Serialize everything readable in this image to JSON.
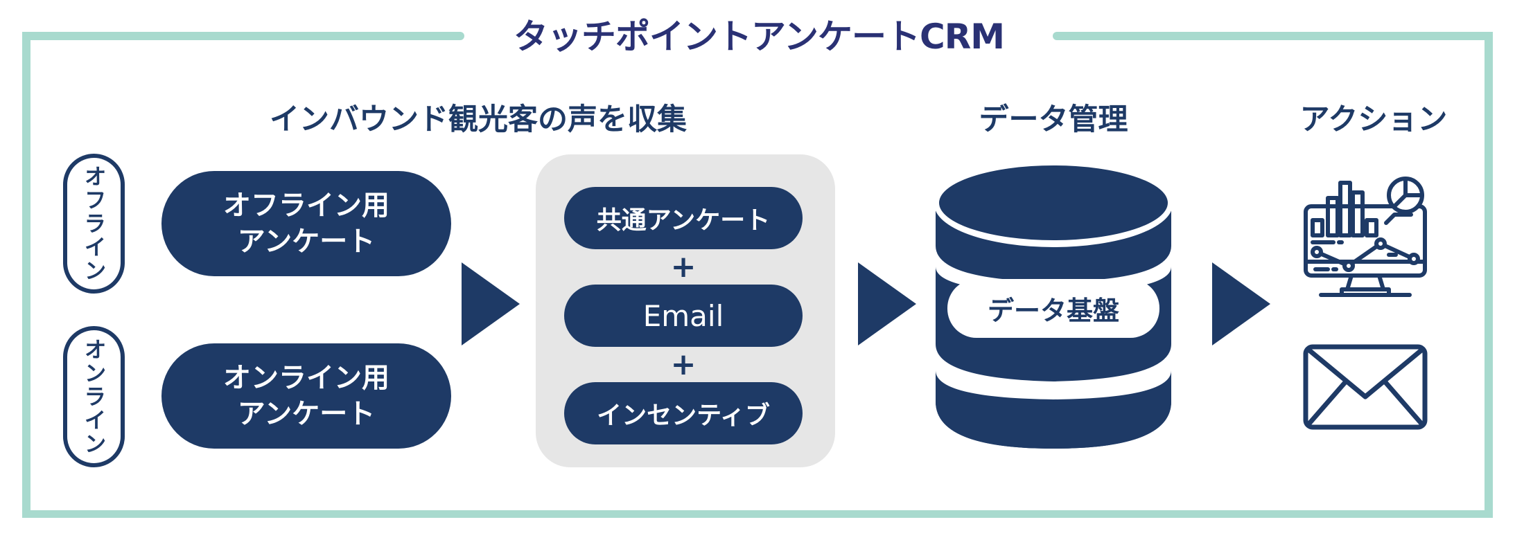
{
  "title": "タッチポイントアンケートCRM",
  "colors": {
    "frame": "#a8dace",
    "navy": "#1e3a66",
    "title": "#2a3174",
    "panel_gray": "#e6e6e6"
  },
  "sections": {
    "collect": {
      "heading": "インバウンド観光客の声を収集"
    },
    "data": {
      "heading": "データ管理"
    },
    "action": {
      "heading": "アクション"
    }
  },
  "channels": [
    {
      "tag": "オフライン",
      "survey_line1": "オフライン用",
      "survey_line2": "アンケート"
    },
    {
      "tag": "オンライン",
      "survey_line1": "オンライン用",
      "survey_line2": "アンケート"
    }
  ],
  "components": {
    "items": [
      "共通アンケート",
      "Email",
      "インセンティブ"
    ],
    "joiner": "+"
  },
  "database": {
    "label": "データ基盤",
    "icon": "database-icon"
  },
  "actions": [
    {
      "icon": "analytics-dashboard-icon"
    },
    {
      "icon": "email-envelope-icon"
    }
  ],
  "flow_arrows": [
    "arrow-right-icon",
    "arrow-right-icon",
    "arrow-right-icon"
  ]
}
